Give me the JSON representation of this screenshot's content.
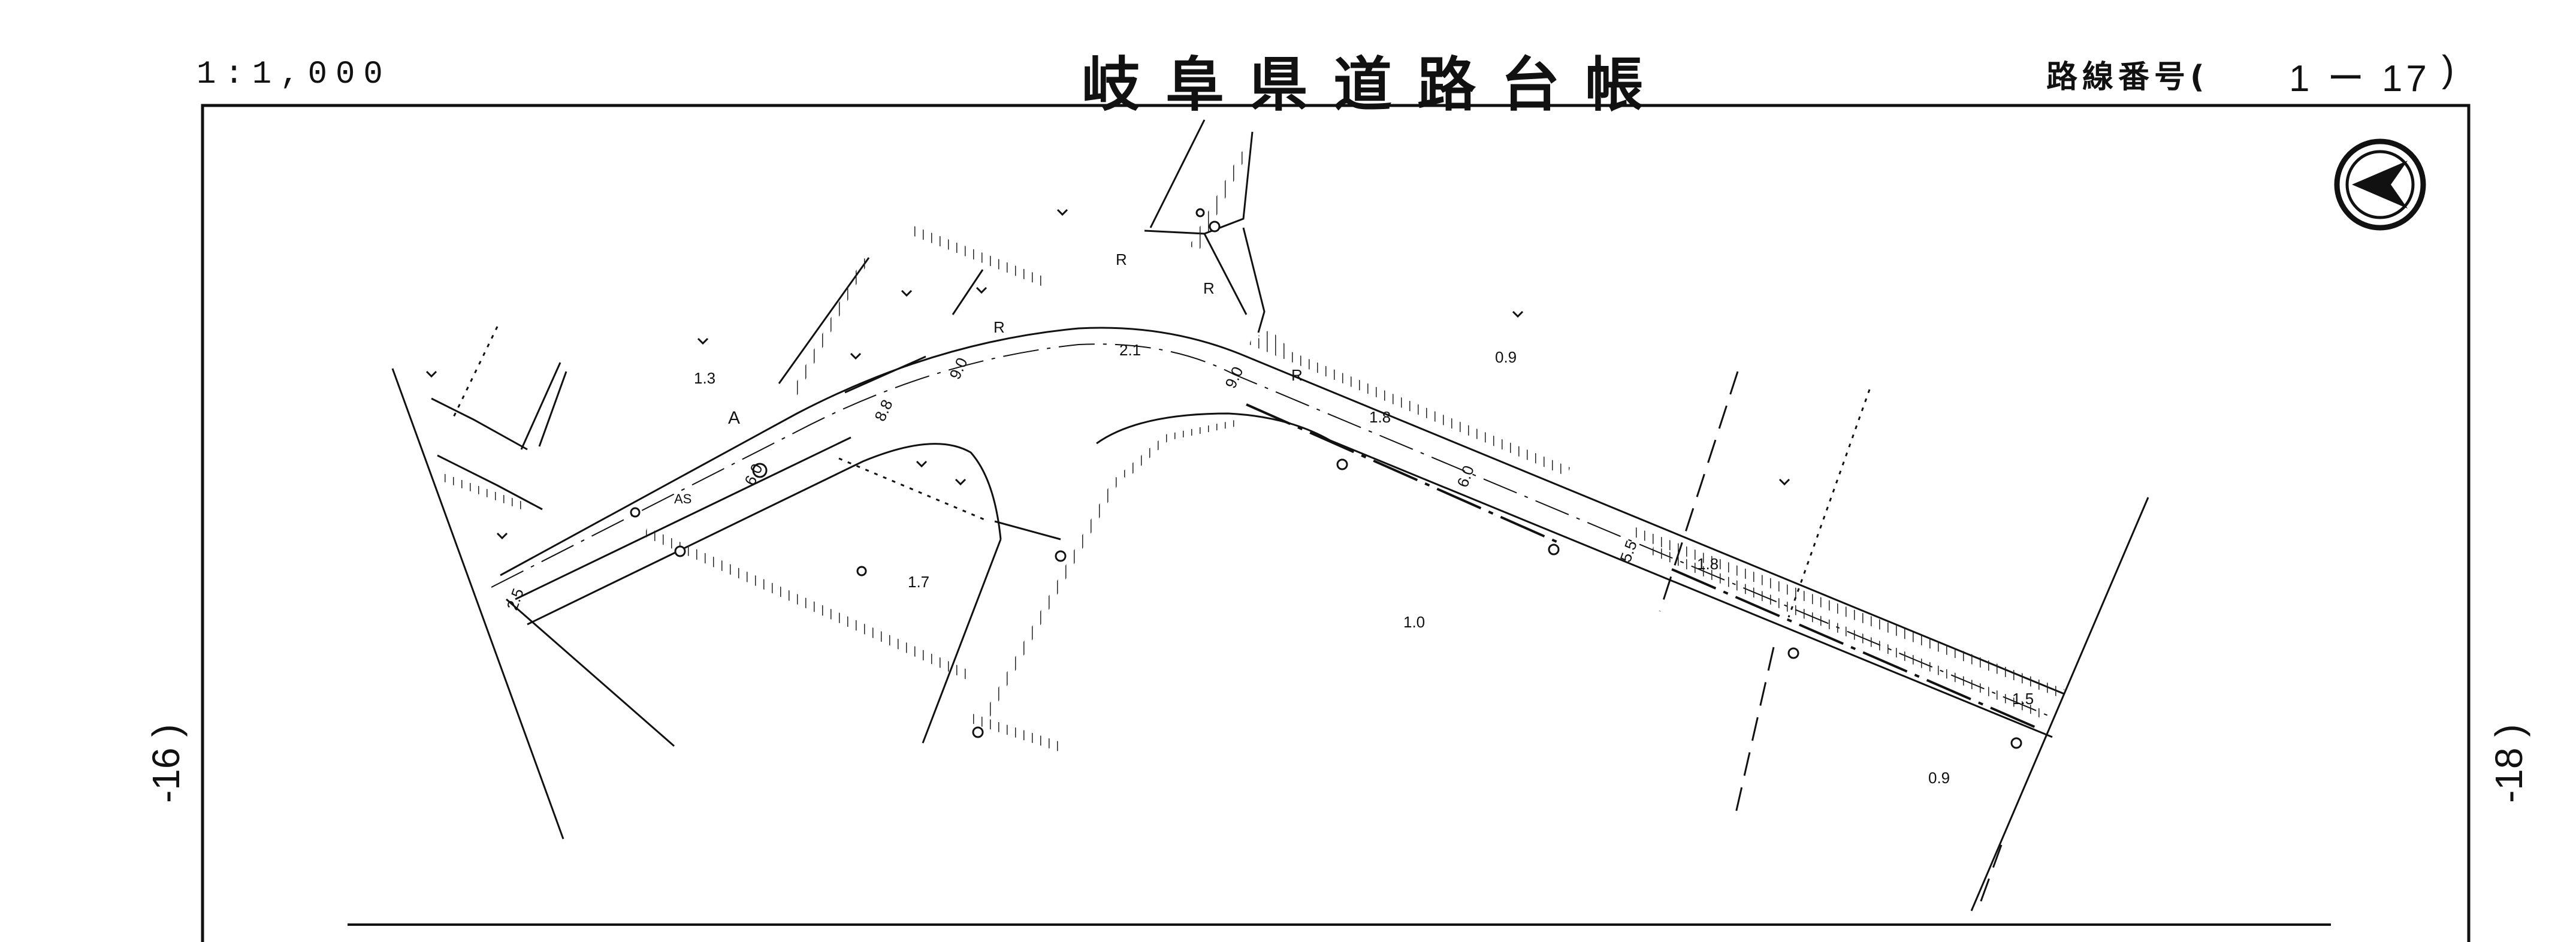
{
  "header": {
    "scale": "1:1,000",
    "title": "岐阜県道路台帳",
    "route_label": "路線番号(",
    "route_number": "1 ー 17",
    "route_close": ")"
  },
  "side_left": {
    "text": "-16 )"
  },
  "side_right": {
    "text": "-18 )"
  },
  "map": {
    "icon": "north-arrow-icon",
    "labels": {
      "elev_13": "1.3",
      "elev_21": "2.1",
      "elev_09a": "0.9",
      "elev_18a": "1.8",
      "elev_18b": "1.8",
      "elev_17": "1.7",
      "elev_10": "1.0",
      "elev_15": "1.5",
      "elev_09b": "0.9",
      "width_9a": "9.0",
      "width_9b": "9.0",
      "width_88": "8.8",
      "width_60a": "6.0",
      "width_60b": "6.0",
      "width_55": "5.5",
      "width_25": "2.5",
      "mark_r1": "R",
      "mark_r2": "R",
      "mark_r3": "R",
      "mark_r4": "R",
      "mark_a": "A",
      "mark_as": "AS"
    }
  }
}
